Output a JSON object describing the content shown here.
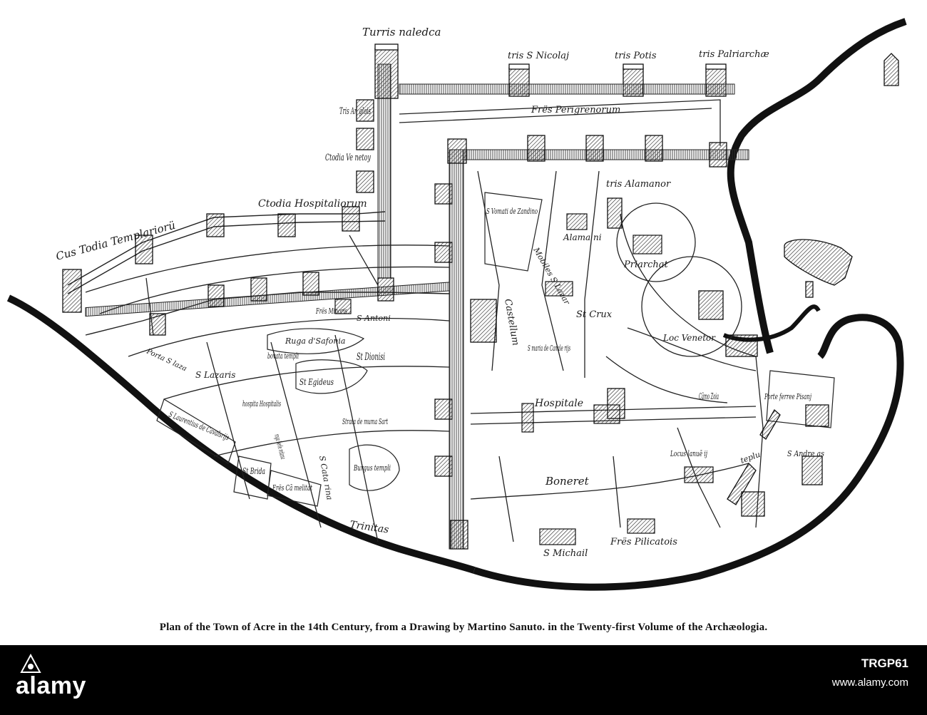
{
  "map": {
    "labels": {
      "turris_maledicta": "Turris naledca",
      "tris_s_nicolai": "tris S Nicolaj",
      "tris_potis": "tris Potis",
      "tris_patriarchae": "tris Palriarchæ",
      "fres_perigrenorum": "Frës Perigrenorum",
      "tris_anglois": "Tris An glois",
      "ctodia_venetorum": "Ctodia Ve netoy",
      "ctodia_hospitaliorum": "Ctodia Hospitaliorum",
      "custodia_templariorum": "Cus Todia Templariorü",
      "tris_alamanor": "tris Alamanor",
      "s_vomati": "S Vomati de Zandino",
      "alamani": "Alama ni",
      "mobiles_s_lazar": "Mobiles S Lazar",
      "priarchat": "Priarchat",
      "castellum": "Castellum",
      "s_maria_de_canale": "S maria de Canale rijs",
      "s_crux": "St Crux",
      "loc_venetor": "Loc Venetor",
      "fres_minoris": "Frës Minoris",
      "s_antoni": "S Antoni",
      "ruga_de_sefonia": "Ruga d'Safonia",
      "s_lazaris": "S Lazaris",
      "bovata_templi": "bovata templi",
      "s_dionisi": "St Dionisi",
      "porta_s_lazari": "Porta S laza",
      "s_egideus": "St Egideus",
      "hospita_hospitalis": "hospita Hospitalis",
      "hospitale": "Hospitale",
      "camo_zoia": "Cãmo Zoia",
      "porte_ferree_pisani": "Porte ferree Pisanj",
      "s_laurentius": "S Laurentius de Cavalsrijs",
      "ruga_berlemitana": "roga berle mitana",
      "strata_de_muma_sart": "Strata de muma Sart",
      "s_catarina": "S Cata rina",
      "s_brida": "St Brida",
      "fres_carmelitat": "Frës Cã melitat",
      "burgus_templi": "Burgus templi",
      "boneret": "Boneret",
      "locus_lanuae": "Locus lanuē ij",
      "templu": "teplu",
      "s_andreas": "S Andre as",
      "trinitas": "Trinitas",
      "s_michail": "S Michail",
      "fres_pilicatois": "Frës Pilicatois"
    }
  },
  "caption": "Plan of the Town of Acre in the 14th Century, from a Drawing by Martino Sanuto. in the Twenty-first Volume of the Archæologia.",
  "watermark": {
    "brand": "alamy",
    "image_id": "TRGP61",
    "url": "www.alamy.com"
  }
}
